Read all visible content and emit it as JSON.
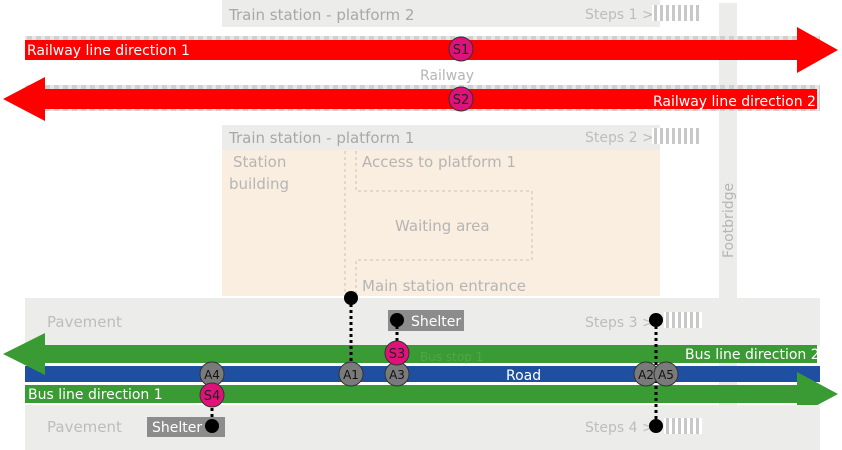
{
  "labels": {
    "platform2": "Train station - platform 2",
    "platform1": "Train station - platform 1",
    "railway": "Railway",
    "rail_dir1": "Railway line direction 1",
    "rail_dir2": "Railway line direction 2",
    "steps1": "Steps 1 >",
    "steps2": "Steps 2 >",
    "steps3": "Steps 3 >",
    "steps4": "Steps 4 >",
    "footbridge": "Footbridge",
    "station_building": [
      "Station",
      "building"
    ],
    "access_platform1": "Access to platform 1",
    "waiting_area": "Waiting area",
    "main_entrance": "Main station entrance",
    "pavement_top": "Pavement",
    "pavement_bottom": "Pavement",
    "shelter_top": "Shelter",
    "shelter_bottom": "Shelter",
    "bus_stop": "Bus stop 1",
    "road": "Road",
    "bus_dir1": "Bus line direction 1",
    "bus_dir2": "Bus line direction 2"
  },
  "stops": {
    "s1": "S1",
    "s2": "S2",
    "s3": "S3",
    "s4": "S4"
  },
  "access_points": {
    "a1": "A1",
    "a2": "A2",
    "a3": "A3",
    "a4": "A4",
    "a5": "A5"
  },
  "colors": {
    "railway_arrow": "#ff0000",
    "bus_arrow": "#3a9a33",
    "road": "#1f4fa0",
    "stop_point": "#e0127a",
    "access_point": "#7a7a7a",
    "area_fill": "#ececea",
    "building_fill": "#faeee0",
    "track_fill": "#c8c8c8"
  }
}
